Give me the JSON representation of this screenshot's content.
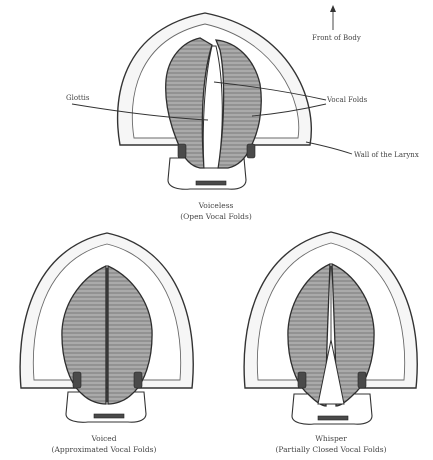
{
  "labels": {
    "front_of_body": "Front of Body",
    "glottis": "Glottis",
    "vocal_folds": "Vocal Folds",
    "wall_of_larynx": "Wall of the Larynx"
  },
  "captions": {
    "voiceless_title": "Voiceless",
    "voiceless_sub": "(Open Vocal Folds)",
    "voiced_title": "Voiced",
    "voiced_sub": "(Approximated Vocal Folds)",
    "whisper_title": "Whisper",
    "whisper_sub": "(Partially Closed Vocal Folds)"
  },
  "colors": {
    "line": "#333333",
    "fold_shading": "#9a9a9a",
    "larynx_fill": "#f6f6f6",
    "text": "#444444"
  }
}
